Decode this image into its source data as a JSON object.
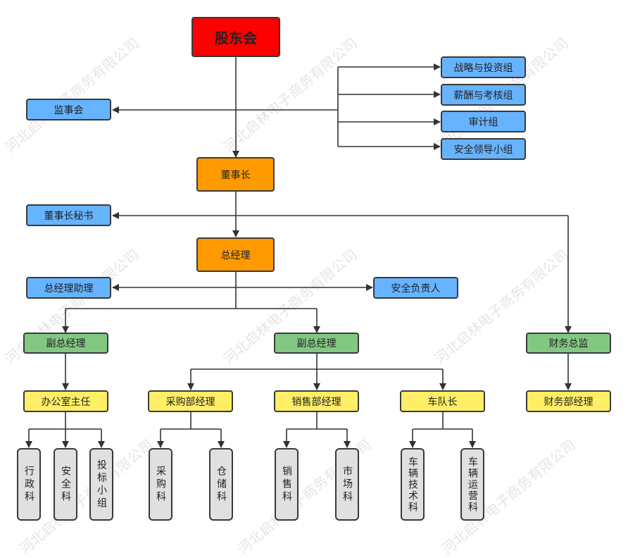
{
  "watermark": "河北启林电子商务有限公司",
  "nodes": {
    "gudonghui": "股东会",
    "jianshihui": "监事会",
    "zhanlue": "战略与投资组",
    "xinchou": "薪酬与考核组",
    "shenji": "审计组",
    "anquanlingdao": "安全领导小组",
    "dongshizhang": "董事长",
    "mishu": "董事长秘书",
    "zongjingli": "总经理",
    "zhuli": "总经理助理",
    "anquanfuzeren": "安全负责人",
    "fuzong1": "副总经理",
    "fuzong2": "副总经理",
    "caiwuzongjian": "财务总监",
    "bangongshi": "办公室主任",
    "caigou": "采购部经理",
    "xiaoshou": "销售部经理",
    "chedui": "车队长",
    "caiwubu": "财务部经理",
    "xingzheng": "行政科",
    "anquan": "安全科",
    "toubiao": "投标小组",
    "caigouke": "采购科",
    "cangchu": "仓储科",
    "xiaoshouke": "销售科",
    "shichang": "市场科",
    "cheliangjishu": "车辆技术科",
    "cheliangyunying": "车辆运营科"
  }
}
